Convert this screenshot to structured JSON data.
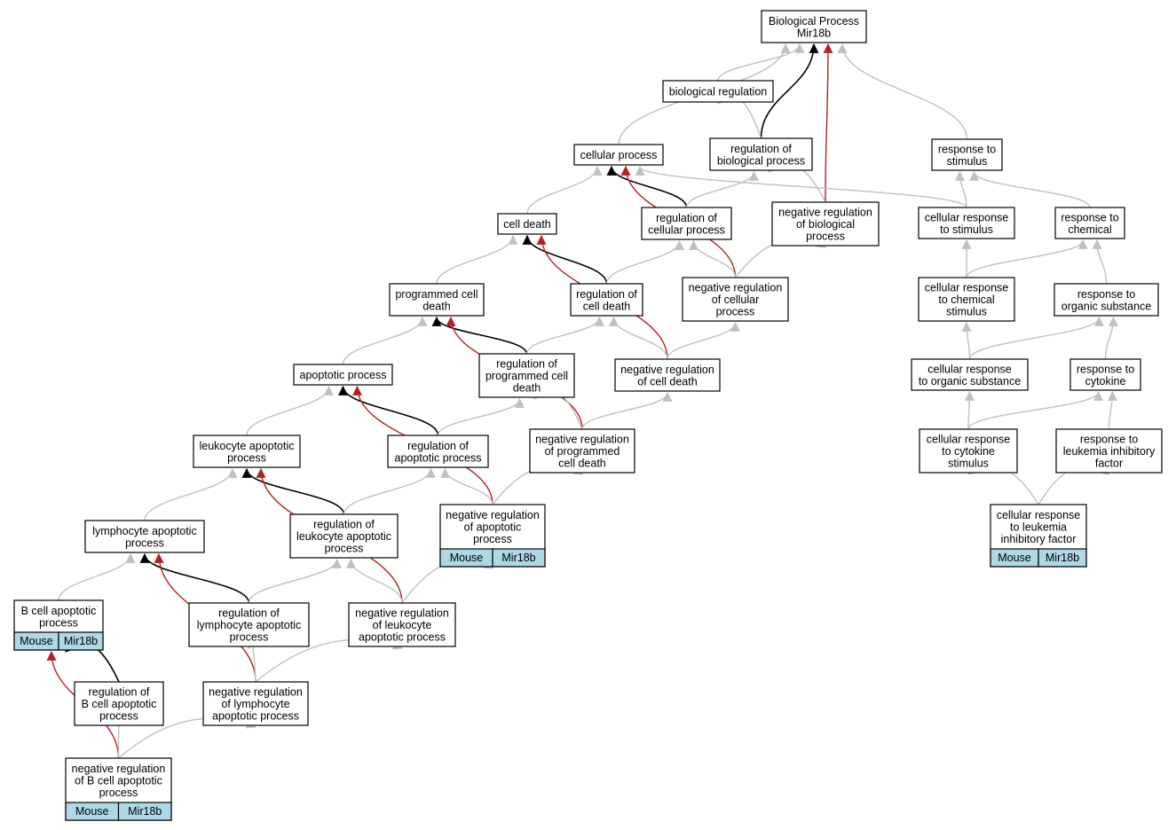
{
  "nodes": [
    {
      "id": "root",
      "lines": [
        "Biological Process",
        "Mir18b"
      ]
    },
    {
      "id": "bioreg",
      "lines": [
        "biological regulation"
      ]
    },
    {
      "id": "cellproc",
      "lines": [
        "cellular process"
      ]
    },
    {
      "id": "regbio",
      "lines": [
        "regulation of",
        "biological process"
      ]
    },
    {
      "id": "resp_stim",
      "lines": [
        "response to",
        "stimulus"
      ]
    },
    {
      "id": "celldeath",
      "lines": [
        "cell death"
      ]
    },
    {
      "id": "regcell",
      "lines": [
        "regulation of",
        "cellular process"
      ]
    },
    {
      "id": "negregbio",
      "lines": [
        "negative regulation",
        "of biological",
        "process"
      ]
    },
    {
      "id": "cellresp_stim",
      "lines": [
        "cellular response",
        "to stimulus"
      ]
    },
    {
      "id": "resp_chem",
      "lines": [
        "response to",
        "chemical"
      ]
    },
    {
      "id": "progcd",
      "lines": [
        "programmed cell",
        "death"
      ]
    },
    {
      "id": "regcd",
      "lines": [
        "regulation of",
        "cell death"
      ]
    },
    {
      "id": "negregcell",
      "lines": [
        "negative regulation",
        "of cellular",
        "process"
      ]
    },
    {
      "id": "cellresp_chem",
      "lines": [
        "cellular response",
        "to chemical",
        "stimulus"
      ]
    },
    {
      "id": "resp_org",
      "lines": [
        "response to",
        "organic substance"
      ]
    },
    {
      "id": "apop",
      "lines": [
        "apoptotic process"
      ]
    },
    {
      "id": "regpcd",
      "lines": [
        "regulation of",
        "programmed cell",
        "death"
      ]
    },
    {
      "id": "negregcd",
      "lines": [
        "negative regulation",
        "of cell death"
      ]
    },
    {
      "id": "cellresp_org",
      "lines": [
        "cellular response",
        "to organic substance"
      ]
    },
    {
      "id": "resp_cyt",
      "lines": [
        "response to",
        "cytokine"
      ]
    },
    {
      "id": "leukapop",
      "lines": [
        "leukocyte apoptotic",
        "process"
      ]
    },
    {
      "id": "regapop",
      "lines": [
        "regulation of",
        "apoptotic process"
      ]
    },
    {
      "id": "negregpcd",
      "lines": [
        "negative regulation",
        "of programmed",
        "cell death"
      ]
    },
    {
      "id": "cellresp_cyt",
      "lines": [
        "cellular response",
        "to cytokine",
        "stimulus"
      ]
    },
    {
      "id": "resp_lif",
      "lines": [
        "response to",
        "leukemia inhibitory",
        "factor"
      ]
    },
    {
      "id": "lymapop",
      "lines": [
        "lymphocyte apoptotic",
        "process"
      ]
    },
    {
      "id": "regleukapop",
      "lines": [
        "regulation of",
        "leukocyte apoptotic",
        "process"
      ]
    },
    {
      "id": "negregapop",
      "lines": [
        "negative regulation",
        "of apoptotic",
        "process"
      ],
      "cells": [
        "Mouse",
        "Mir18b"
      ]
    },
    {
      "id": "cellresp_lif",
      "lines": [
        "cellular response",
        "to leukemia",
        "inhibitory factor"
      ],
      "cells": [
        "Mouse",
        "Mir18b"
      ]
    },
    {
      "id": "bcellapop",
      "lines": [
        "B cell apoptotic",
        "process"
      ],
      "cells": [
        "Mouse",
        "Mir18b"
      ]
    },
    {
      "id": "reglymapop",
      "lines": [
        "regulation of",
        "lymphocyte apoptotic",
        "process"
      ]
    },
    {
      "id": "negregleukapop",
      "lines": [
        "negative regulation",
        "of leukocyte",
        "apoptotic process"
      ]
    },
    {
      "id": "regbcellapop",
      "lines": [
        "regulation of",
        "B cell apoptotic",
        "process"
      ]
    },
    {
      "id": "negreglymapop",
      "lines": [
        "negative regulation",
        "of lymphocyte",
        "apoptotic process"
      ]
    },
    {
      "id": "negregbcellapop",
      "lines": [
        "negative regulation",
        "of B cell apoptotic",
        "process"
      ],
      "cells": [
        "Mouse",
        "Mir18b"
      ]
    }
  ],
  "edges": [
    {
      "from": "bioreg",
      "to": "root",
      "kind": "is_a"
    },
    {
      "from": "cellproc",
      "to": "root",
      "kind": "is_a"
    },
    {
      "from": "regbio",
      "to": "root",
      "kind": "regulates"
    },
    {
      "from": "negregbio",
      "to": "root",
      "kind": "negatively_regulates"
    },
    {
      "from": "resp_stim",
      "to": "root",
      "kind": "is_a"
    },
    {
      "from": "regbio",
      "to": "bioreg",
      "kind": "is_a"
    },
    {
      "from": "celldeath",
      "to": "cellproc",
      "kind": "is_a"
    },
    {
      "from": "regcell",
      "to": "cellproc",
      "kind": "regulates"
    },
    {
      "from": "negregcell",
      "to": "cellproc",
      "kind": "negatively_regulates"
    },
    {
      "from": "cellresp_stim",
      "to": "cellproc",
      "kind": "is_a"
    },
    {
      "from": "regcell",
      "to": "regbio",
      "kind": "is_a"
    },
    {
      "from": "negregbio",
      "to": "regbio",
      "kind": "is_a"
    },
    {
      "from": "cellresp_stim",
      "to": "resp_stim",
      "kind": "is_a"
    },
    {
      "from": "resp_chem",
      "to": "resp_stim",
      "kind": "is_a"
    },
    {
      "from": "progcd",
      "to": "celldeath",
      "kind": "is_a"
    },
    {
      "from": "regcd",
      "to": "celldeath",
      "kind": "regulates"
    },
    {
      "from": "negregcd",
      "to": "celldeath",
      "kind": "negatively_regulates"
    },
    {
      "from": "regcd",
      "to": "regcell",
      "kind": "is_a"
    },
    {
      "from": "negregcell",
      "to": "regcell",
      "kind": "is_a"
    },
    {
      "from": "negregcell",
      "to": "negregbio",
      "kind": "is_a"
    },
    {
      "from": "cellresp_chem",
      "to": "cellresp_stim",
      "kind": "is_a"
    },
    {
      "from": "cellresp_chem",
      "to": "resp_chem",
      "kind": "is_a"
    },
    {
      "from": "resp_org",
      "to": "resp_chem",
      "kind": "is_a"
    },
    {
      "from": "apop",
      "to": "progcd",
      "kind": "is_a"
    },
    {
      "from": "regpcd",
      "to": "progcd",
      "kind": "regulates"
    },
    {
      "from": "negregpcd",
      "to": "progcd",
      "kind": "negatively_regulates"
    },
    {
      "from": "regpcd",
      "to": "regcd",
      "kind": "is_a"
    },
    {
      "from": "negregcd",
      "to": "regcd",
      "kind": "is_a"
    },
    {
      "from": "negregcd",
      "to": "negregcell",
      "kind": "is_a"
    },
    {
      "from": "cellresp_org",
      "to": "cellresp_chem",
      "kind": "is_a"
    },
    {
      "from": "cellresp_org",
      "to": "resp_org",
      "kind": "is_a"
    },
    {
      "from": "resp_cyt",
      "to": "resp_org",
      "kind": "is_a"
    },
    {
      "from": "leukapop",
      "to": "apop",
      "kind": "is_a"
    },
    {
      "from": "regapop",
      "to": "apop",
      "kind": "regulates"
    },
    {
      "from": "negregapop",
      "to": "apop",
      "kind": "negatively_regulates"
    },
    {
      "from": "regapop",
      "to": "regpcd",
      "kind": "is_a"
    },
    {
      "from": "negregpcd",
      "to": "regpcd",
      "kind": "is_a"
    },
    {
      "from": "negregpcd",
      "to": "negregcd",
      "kind": "is_a"
    },
    {
      "from": "cellresp_cyt",
      "to": "cellresp_org",
      "kind": "is_a"
    },
    {
      "from": "cellresp_cyt",
      "to": "resp_cyt",
      "kind": "is_a"
    },
    {
      "from": "resp_lif",
      "to": "resp_cyt",
      "kind": "is_a"
    },
    {
      "from": "lymapop",
      "to": "leukapop",
      "kind": "is_a"
    },
    {
      "from": "regleukapop",
      "to": "leukapop",
      "kind": "regulates"
    },
    {
      "from": "negregleukapop",
      "to": "leukapop",
      "kind": "negatively_regulates"
    },
    {
      "from": "regleukapop",
      "to": "regapop",
      "kind": "is_a"
    },
    {
      "from": "negregapop",
      "to": "regapop",
      "kind": "is_a"
    },
    {
      "from": "negregapop",
      "to": "negregpcd",
      "kind": "is_a"
    },
    {
      "from": "cellresp_lif",
      "to": "cellresp_cyt",
      "kind": "is_a"
    },
    {
      "from": "cellresp_lif",
      "to": "resp_lif",
      "kind": "is_a"
    },
    {
      "from": "bcellapop",
      "to": "lymapop",
      "kind": "is_a"
    },
    {
      "from": "reglymapop",
      "to": "lymapop",
      "kind": "regulates"
    },
    {
      "from": "negreglymapop",
      "to": "lymapop",
      "kind": "negatively_regulates"
    },
    {
      "from": "reglymapop",
      "to": "regleukapop",
      "kind": "is_a"
    },
    {
      "from": "negregleukapop",
      "to": "regleukapop",
      "kind": "is_a"
    },
    {
      "from": "negregleukapop",
      "to": "negregapop",
      "kind": "is_a"
    },
    {
      "from": "regbcellapop",
      "to": "bcellapop",
      "kind": "regulates"
    },
    {
      "from": "negregbcellapop",
      "to": "bcellapop",
      "kind": "negatively_regulates"
    },
    {
      "from": "negreglymapop",
      "to": "reglymapop",
      "kind": "is_a"
    },
    {
      "from": "negreglymapop",
      "to": "negregleukapop",
      "kind": "is_a"
    },
    {
      "from": "negregbcellapop",
      "to": "regbcellapop",
      "kind": "is_a"
    },
    {
      "from": "negregbcellapop",
      "to": "negreglymapop",
      "kind": "is_a"
    }
  ],
  "colors": {
    "is_a": "#c0c0c0",
    "regulates": "#000000",
    "negatively_regulates": "#b22222",
    "annotation_cell": "#add8e6"
  }
}
